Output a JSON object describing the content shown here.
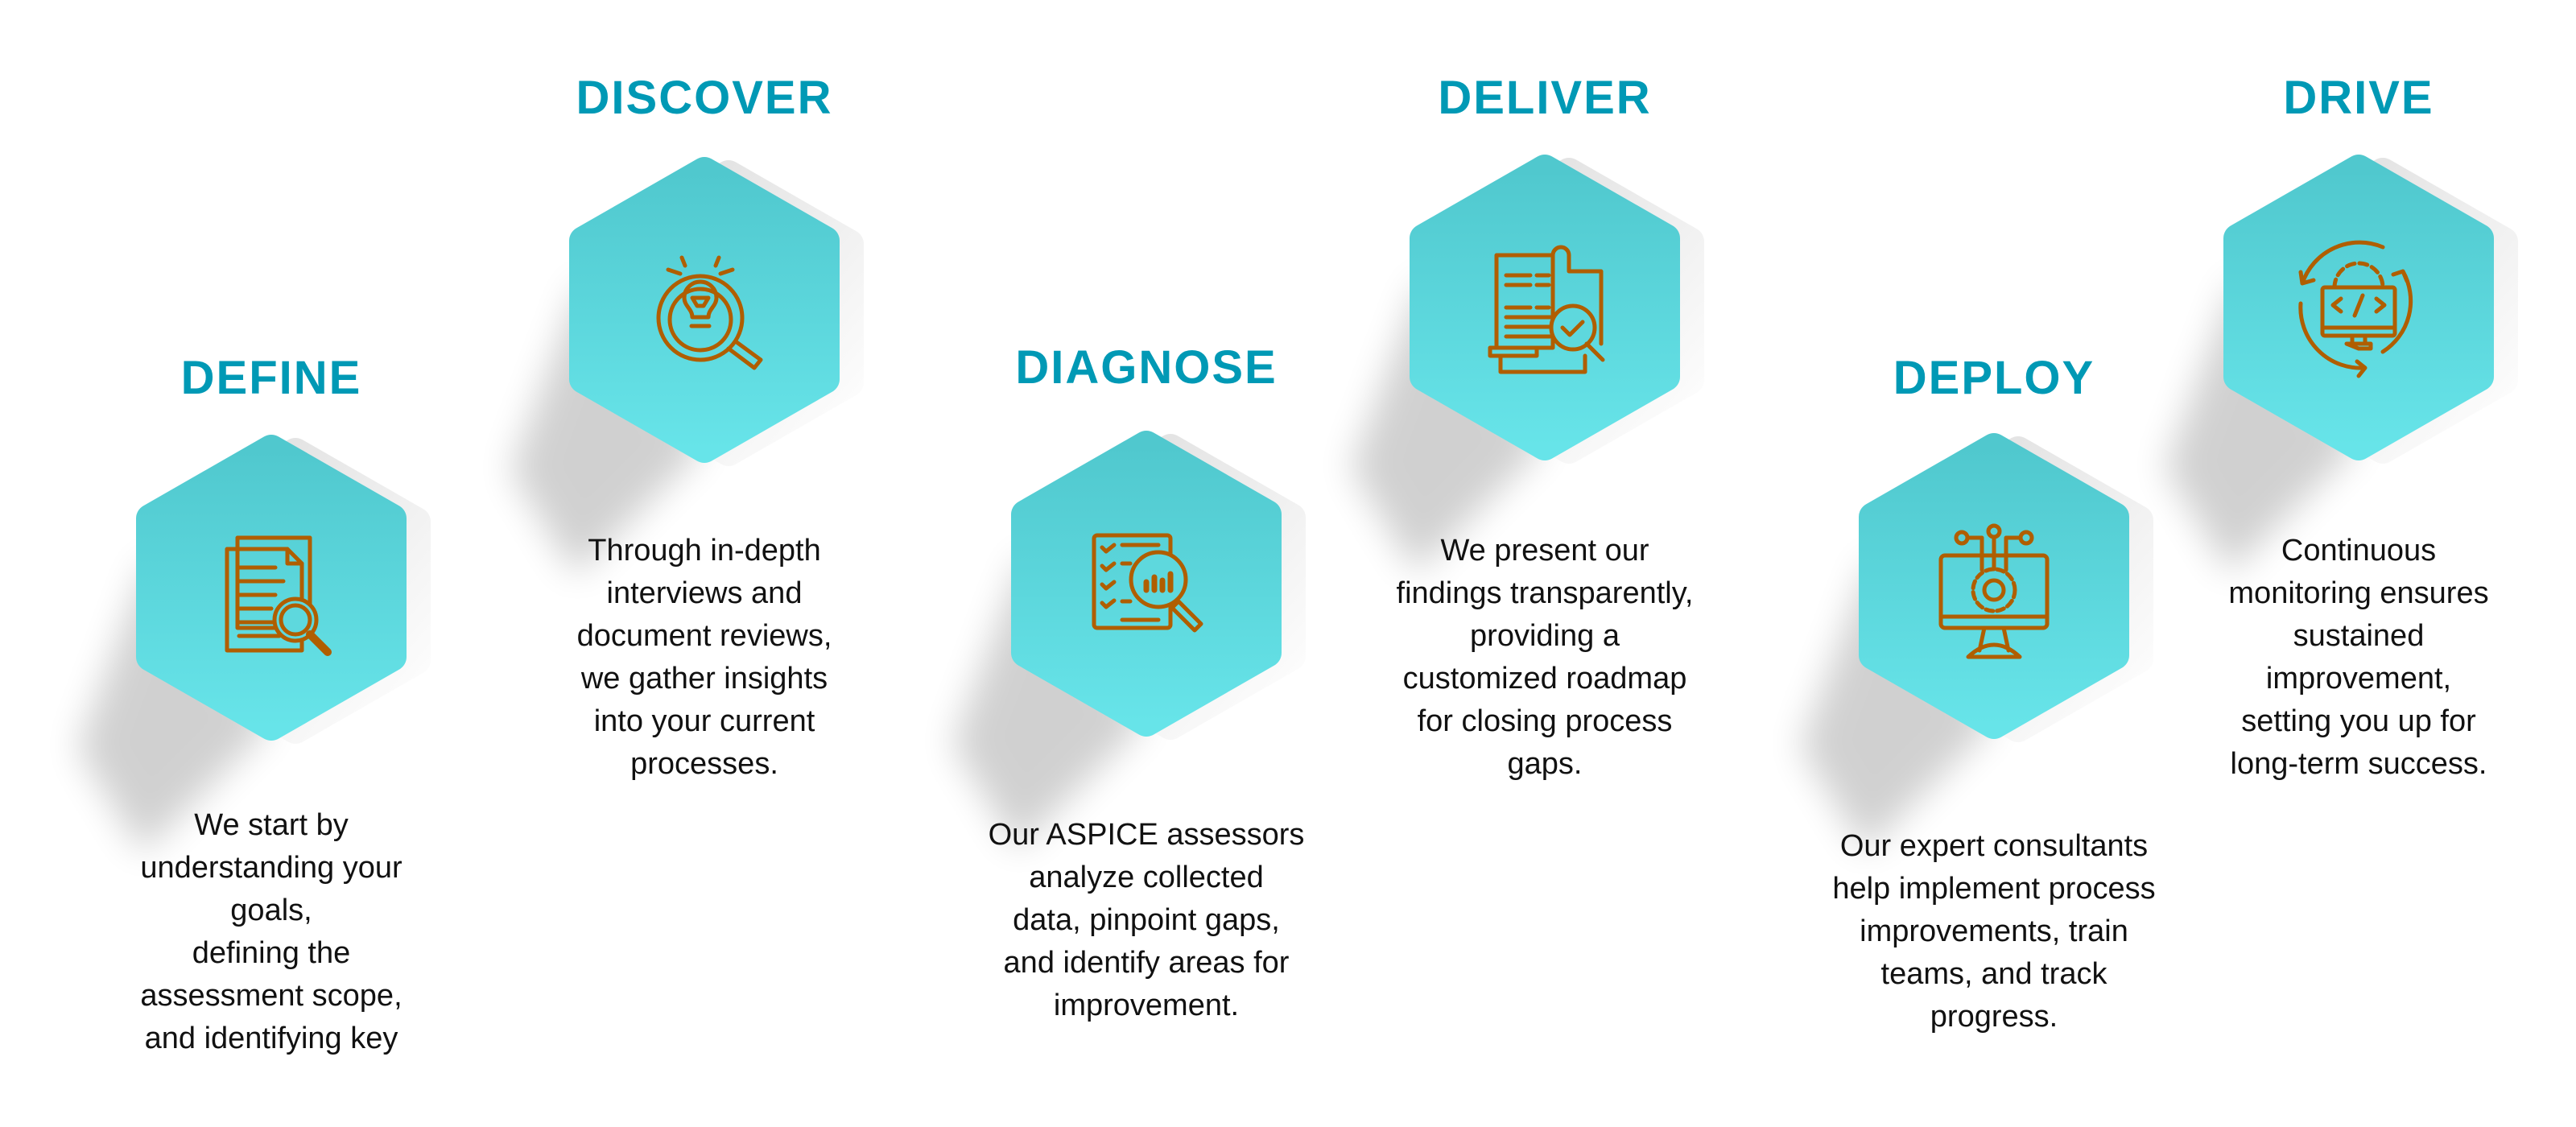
{
  "colors": {
    "title": "#0099b5",
    "hex_top": "#50c8ce",
    "hex_bottom": "#67e4e9",
    "icon": "#b05e00",
    "text": "#111111"
  },
  "steps": [
    {
      "title": "DEFINE",
      "icon": "document-search-icon",
      "lines": [
        "We start by",
        "understanding your",
        "goals,",
        "defining the",
        "assessment scope,",
        "and identifying key"
      ]
    },
    {
      "title": "DISCOVER",
      "icon": "lightbulb-magnifier-icon",
      "lines": [
        "Through in-depth",
        "interviews and",
        "document reviews,",
        "we gather insights",
        "into your current",
        "processes."
      ]
    },
    {
      "title": "DIAGNOSE",
      "icon": "checklist-analysis-icon",
      "lines": [
        "Our ASPICE assessors",
        "analyze collected",
        "data, pinpoint gaps,",
        "and identify areas for",
        "improvement."
      ]
    },
    {
      "title": "DELIVER",
      "icon": "report-check-icon",
      "lines": [
        "We present our",
        "findings transparently,",
        "providing a",
        "customized roadmap",
        "for closing process",
        "gaps."
      ]
    },
    {
      "title": "DEPLOY",
      "icon": "monitor-gear-icon",
      "lines": [
        "Our expert consultants",
        "help implement process",
        "improvements, train",
        "teams, and track",
        "progress."
      ]
    },
    {
      "title": "DRIVE",
      "icon": "monitor-cycle-icon",
      "lines": [
        "Continuous",
        "monitoring ensures",
        "sustained",
        "improvement,",
        "setting you up for",
        "long-term success."
      ]
    }
  ]
}
